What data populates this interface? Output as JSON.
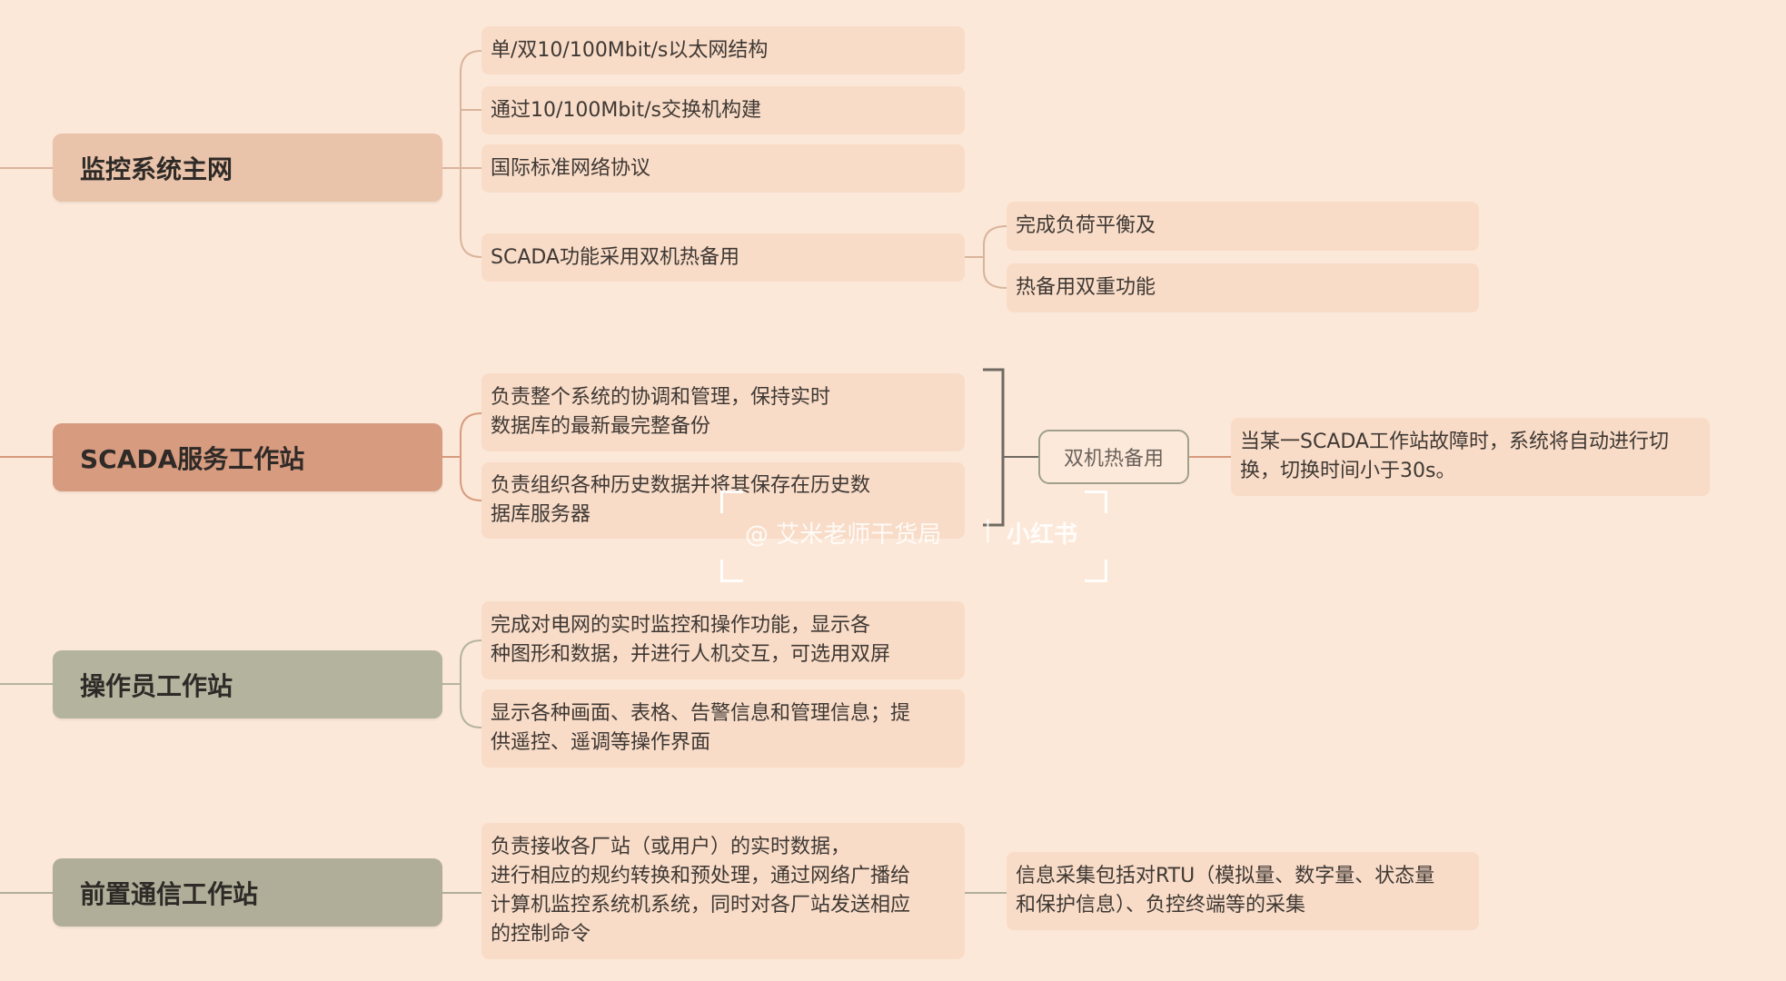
{
  "branches": [
    {
      "label": "监控系统主网",
      "children": [
        {
          "text": "单/双10/100Mbit/s以太网结构"
        },
        {
          "text": "通过10/100Mbit/s交换机构建"
        },
        {
          "text": "国际标准网络协议"
        },
        {
          "text": "SCADA功能采用双机热备用",
          "children": [
            {
              "text": "完成负荷平衡及"
            },
            {
              "text": "热备用双重功能"
            }
          ]
        }
      ]
    },
    {
      "label": "SCADA服务工作站",
      "children": [
        {
          "text": "负责整个系统的协调和管理，保持实时\n数据库的最新最完整备份"
        },
        {
          "text": "负责组织各种历史数据并将其保存在历史数\n据库服务器"
        }
      ],
      "group": {
        "label": "双机热备用",
        "child": "当某一SCADA工作站故障时，系统将自动进行切\n换，切换时间小于30s。"
      }
    },
    {
      "label": "操作员工作站",
      "children": [
        {
          "text": "完成对电网的实时监控和操作功能，显示各\n种图形和数据，并进行人机交互，可选用双屏"
        },
        {
          "text": "显示各种画面、表格、告警信息和管理信息；提\n供遥控、遥调等操作界面"
        }
      ]
    },
    {
      "label": "前置通信工作站",
      "children": [
        {
          "text": "负责接收各厂站（或用户）的实时数据，\n进行相应的规约转换和预处理，通过网络广播给\n计算机监控系统机系统，同时对各厂站发送相应\n的控制命令",
          "children": [
            {
              "text": "信息采集包括对RTU（模拟量、数字量、状态量\n和保护信息）、负控终端等的采集"
            }
          ]
        }
      ]
    }
  ],
  "watermark": {
    "handle": "@ 艾米老师干货局",
    "brand": "小红书"
  },
  "colors": {
    "background": "#fce8d8",
    "line": "#d9a88e",
    "bracket": "#6f6a62"
  }
}
